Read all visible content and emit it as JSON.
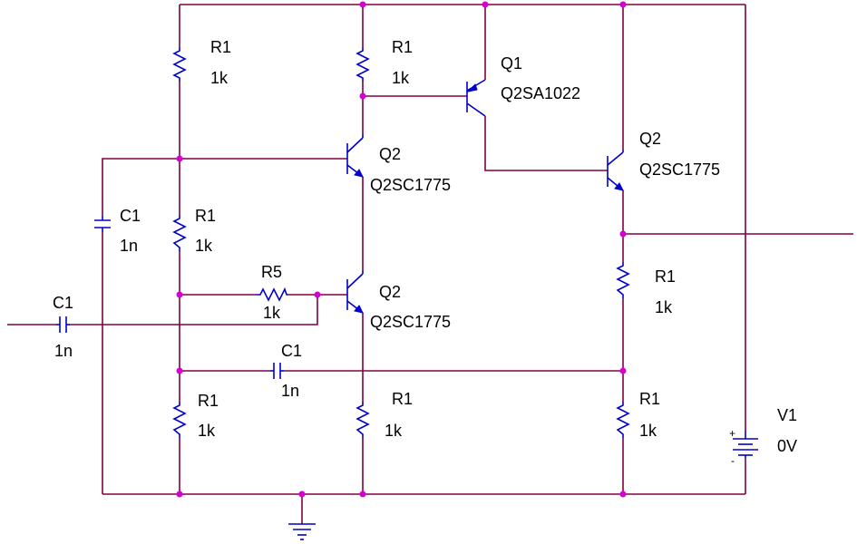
{
  "components": {
    "r_top_left": {
      "ref": "R1",
      "value": "1k"
    },
    "r_top_mid": {
      "ref": "R1",
      "value": "1k"
    },
    "r_mid_left": {
      "ref": "R1",
      "value": "1k"
    },
    "r_right_mid": {
      "ref": "R1",
      "value": "1k"
    },
    "r_bot_left": {
      "ref": "R1",
      "value": "1k"
    },
    "r_bot_mid": {
      "ref": "R1",
      "value": "1k"
    },
    "r_bot_right": {
      "ref": "R1",
      "value": "1k"
    },
    "r5": {
      "ref": "R5",
      "value": "1k"
    },
    "c_left_vertical": {
      "ref": "C1",
      "value": "1n"
    },
    "c_input": {
      "ref": "C1",
      "value": "1n"
    },
    "c_feedback": {
      "ref": "C1",
      "value": "1n"
    },
    "q_pnp_top": {
      "ref": "Q1",
      "model": "Q2SA1022"
    },
    "q_npn_upper": {
      "ref": "Q2",
      "model": "Q2SC1775"
    },
    "q_npn_lower": {
      "ref": "Q2",
      "model": "Q2SC1775"
    },
    "q_npn_output": {
      "ref": "Q2",
      "model": "Q2SC1775"
    },
    "v_source": {
      "ref": "V1",
      "value": "0V"
    }
  },
  "polarity": {
    "plus": "+",
    "minus": "-"
  },
  "colors": {
    "wire": "#800040",
    "component": "#0000cc",
    "junction": "#d500d5",
    "text": "#000000"
  }
}
